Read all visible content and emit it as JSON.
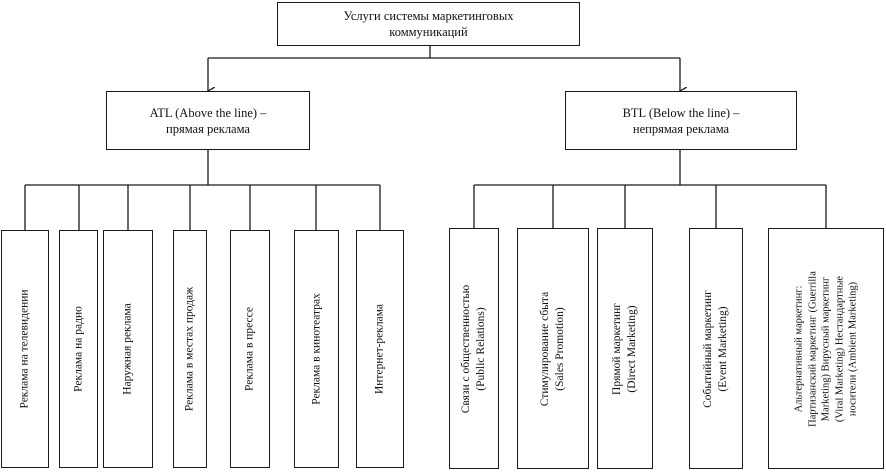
{
  "root": {
    "text": "Услуги системы маркетинговых\nкоммуникаций"
  },
  "atl": {
    "title": "ATL (Above the line) –\nпрямая реклама",
    "items": [
      "Реклама на телевидении",
      "Реклама на радио",
      "Наружная реклама",
      "Реклама в местах продаж",
      "Реклама в прессе",
      "Реклама в кинотеатрах",
      "Интернет-реклама"
    ]
  },
  "btl": {
    "title": "BTL (Below the line) –\nнепрямая реклама",
    "items": [
      "Связи с общественностью\n(Public Relations)",
      "Стимулирование сбыта\n(Sales Promotion)",
      "Прямой маркетинг\n(Direct Marketing)",
      "Событийный маркетинг\n(Event Marketing)",
      "Альтернативный маркетинг:\nПартизанский маркетинг (Guerrilla\nMarketing) Вирусный маркетинг\n(Viral Marketing) Нестандартные\nносители (Ambient Marketing)"
    ]
  },
  "colors": {
    "line": "#1a1a1a",
    "box_fill": "#ffffff",
    "text": "#111111"
  }
}
